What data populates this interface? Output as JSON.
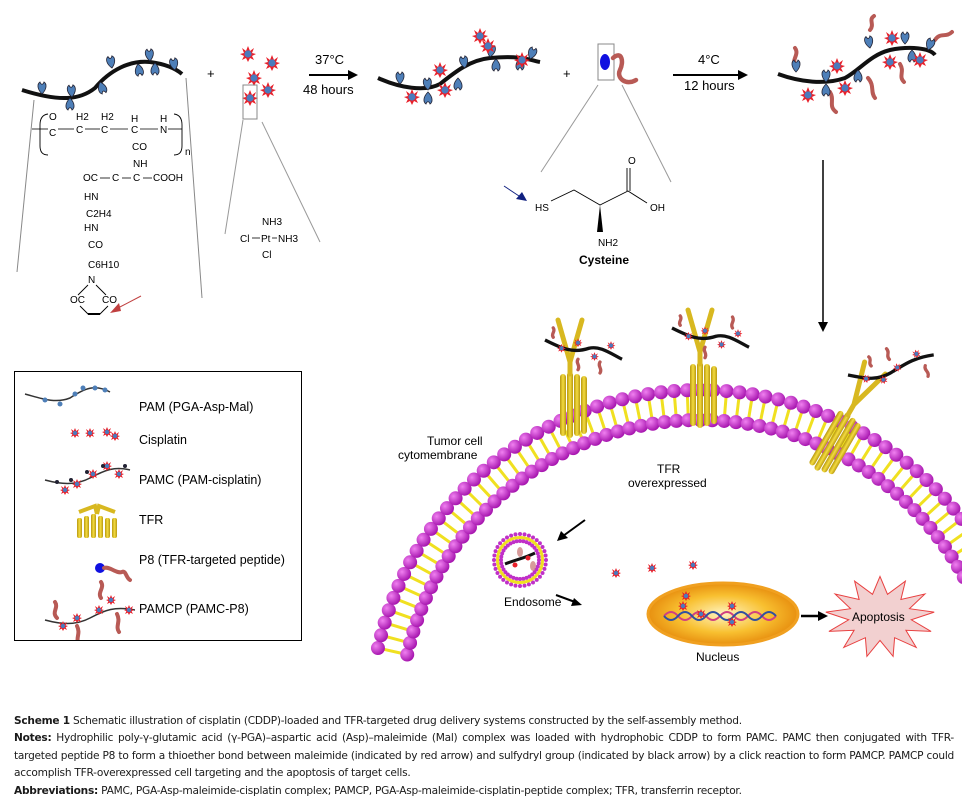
{
  "figure": {
    "reaction1": {
      "plus": "+",
      "temp": "37°C",
      "time": "48 hours"
    },
    "reaction2": {
      "plus": "+",
      "temp": "4°C",
      "time": "12 hours"
    },
    "pam_structure": {
      "backbone": [
        "O",
        "C",
        "H2",
        "C",
        "H2",
        "C",
        "H",
        "C",
        "H",
        "N"
      ],
      "repeat": "n",
      "chain": [
        "CO",
        "NH",
        "OC",
        "C",
        "C",
        "COOH",
        "HN",
        "C2H4",
        "HN",
        "CO",
        "C6H10",
        "N",
        "OC",
        "CO"
      ]
    },
    "cisplatin_structure": {
      "top": "NH3",
      "left": "Cl",
      "center": "Pt",
      "right": "NH3",
      "bottom": "Cl"
    },
    "cysteine_structure": {
      "o": "O",
      "hs": "HS",
      "oh": "OH",
      "nh2": "NH2",
      "name": "Cysteine"
    },
    "cell_labels": {
      "membrane": [
        "Tumor cell",
        "cytomembrane"
      ],
      "tfr": [
        "TFR",
        "overexpressed"
      ],
      "endosome": "Endosome",
      "nucleus": "Nucleus",
      "apoptosis": "Apoptosis"
    },
    "colors": {
      "drug_red": "#e8202a",
      "drug_core": "#4a7bbd",
      "mal_blue": "#4e7fb8",
      "peptide": "#b85a55",
      "p8_head": "#1010e0",
      "lipid_head": "#c030c8",
      "lipid_tail": "#f0e020",
      "tfr_gold": "#d8b820",
      "nucleus": "#f0a020",
      "apoptosis_fill": "#f2d0d0",
      "apoptosis_stroke": "#e84040",
      "red_arrow": "#c04040",
      "blue_arrow": "#102080"
    }
  },
  "legend": {
    "items": [
      {
        "label": "PAM (PGA-Asp-Mal)"
      },
      {
        "label": "Cisplatin"
      },
      {
        "label": "PAMC (PAM-cisplatin)"
      },
      {
        "label": "TFR"
      },
      {
        "label": "P8 (TFR-targeted peptide)"
      },
      {
        "label": "PAMCP (PAMC-P8)"
      }
    ]
  },
  "caption": {
    "scheme_label": "Scheme 1",
    "scheme_text": " Schematic illustration of cisplatin (CDDP)-loaded and TFR-targeted drug delivery systems constructed by the self-assembly method.",
    "notes_label": "Notes:",
    "notes_text": " Hydrophilic poly-γ-glutamic acid (γ-PGA)–aspartic acid (Asp)–maleimide (Mal) complex was loaded with hydrophobic CDDP to form PAMC. PAMC then conjugated with TFR-targeted peptide P8 to form a thioether bond between maleimide (indicated by red arrow) and sulfydryl group (indicated by black arrow) by a click reaction to form PAMCP. PAMCP could accomplish TFR-overexpressed cell targeting and the apoptosis of target cells.",
    "abbrev_label": "Abbreviations:",
    "abbrev_text": " PAMC, PGA-Asp-maleimide-cisplatin complex; PAMCP, PGA-Asp-maleimide-cisplatin-peptide complex; TFR, transferrin receptor."
  }
}
